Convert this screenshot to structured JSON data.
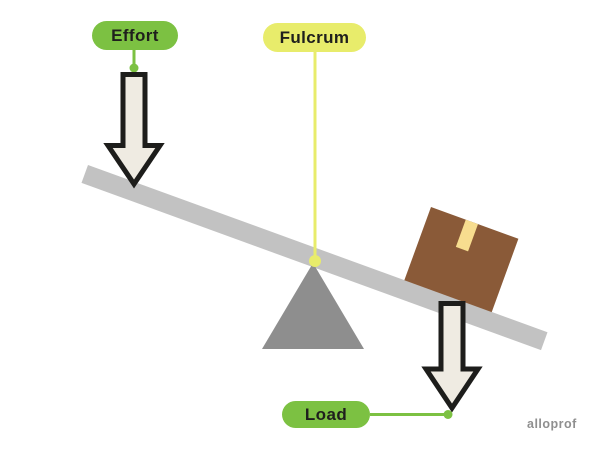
{
  "figure": {
    "background": "#ffffff",
    "labels": {
      "effort": {
        "text": "Effort",
        "pill_color": "#7cc142",
        "text_color": "#1f1f1d"
      },
      "fulcrum": {
        "text": "Fulcrum",
        "pill_color": "#e8ec6b",
        "text_color": "#1f1f1d"
      },
      "load": {
        "text": "Load",
        "pill_color": "#7cc142",
        "text_color": "#1f1f1d"
      }
    },
    "elements": {
      "lever": {
        "color": "#c2c2c2",
        "tilt_deg": 20
      },
      "fulcrum_triangle": {
        "color": "#8e8e8e"
      },
      "load_box": {
        "color": "#8a5a38",
        "tape_color": "#f7dd8f"
      },
      "arrows": {
        "fill": "#efebe2",
        "outline": "#1d1d1b"
      },
      "connectors": {
        "green": "#7cc142",
        "yellow": "#e8ec6b"
      }
    },
    "watermark": {
      "text": "alloprof",
      "color": "#8f8f8f"
    }
  }
}
